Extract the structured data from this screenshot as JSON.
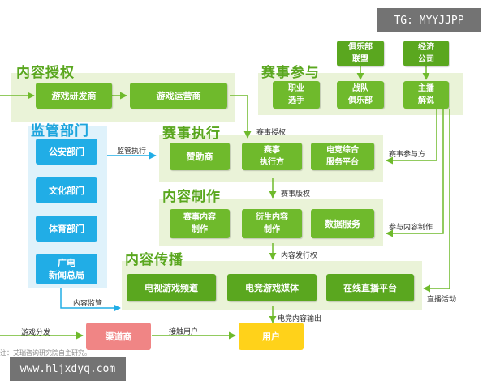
{
  "watermarks": {
    "top_right": "TG: MYYJJPP",
    "bottom_left": "www.hljxdyq.com"
  },
  "groups": {
    "content_license": "内容授权",
    "regulation": "监管部门",
    "event_execution": "赛事执行",
    "event_participation": "赛事参与",
    "content_production": "内容制作",
    "content_distribution": "内容传播"
  },
  "nodes": {
    "game_developer": "游戏研发商",
    "game_operator": "游戏运营商",
    "police_dept": "公安部门",
    "culture_dept": "文化部门",
    "sports_dept": "体育部门",
    "radio_tv": "广电\n新闻总局",
    "sponsor": "赞助商",
    "event_executor": "赛事\n执行方",
    "esports_platform": "电竞综合\n服务平台",
    "club_league": "俱乐部\n联盟",
    "broker_company": "经济\n公司",
    "pro_player": "职业\n选手",
    "team_club": "战队\n俱乐部",
    "streamer_commentator": "主播\n解说",
    "event_content": "赛事内容\n制作",
    "derivative_content": "衍生内容\n制作",
    "data_service": "数据服务",
    "tv_game_channel": "电视游戏频道",
    "esports_media": "电竞游戏媒体",
    "live_platform": "在线直播平台",
    "channel_provider": "渠道商",
    "user": "用户"
  },
  "edge_labels": {
    "event_license": "赛事授权",
    "regulatory_execution": "监管执行",
    "event_participant": "赛事参与方",
    "event_copyright": "赛事版权",
    "content_production_participation": "参与内容制作",
    "content_distribution_rights": "内容发行权",
    "live_activity": "直播活动",
    "content_regulation": "内容监管",
    "game_distribution": "游戏分发",
    "user_reach": "接触用户",
    "esports_content_output": "电竞内容输出"
  },
  "source_note": "注：艾瑞咨询研究院自主研究。",
  "colors": {
    "green": "#6fba2c",
    "dark_green": "#5aa71f",
    "blue": "#21ade6",
    "pink": "#f08585",
    "yellow": "#ffd21a",
    "panel_green": "#eaf3d8",
    "panel_blue": "#dff2fb"
  }
}
